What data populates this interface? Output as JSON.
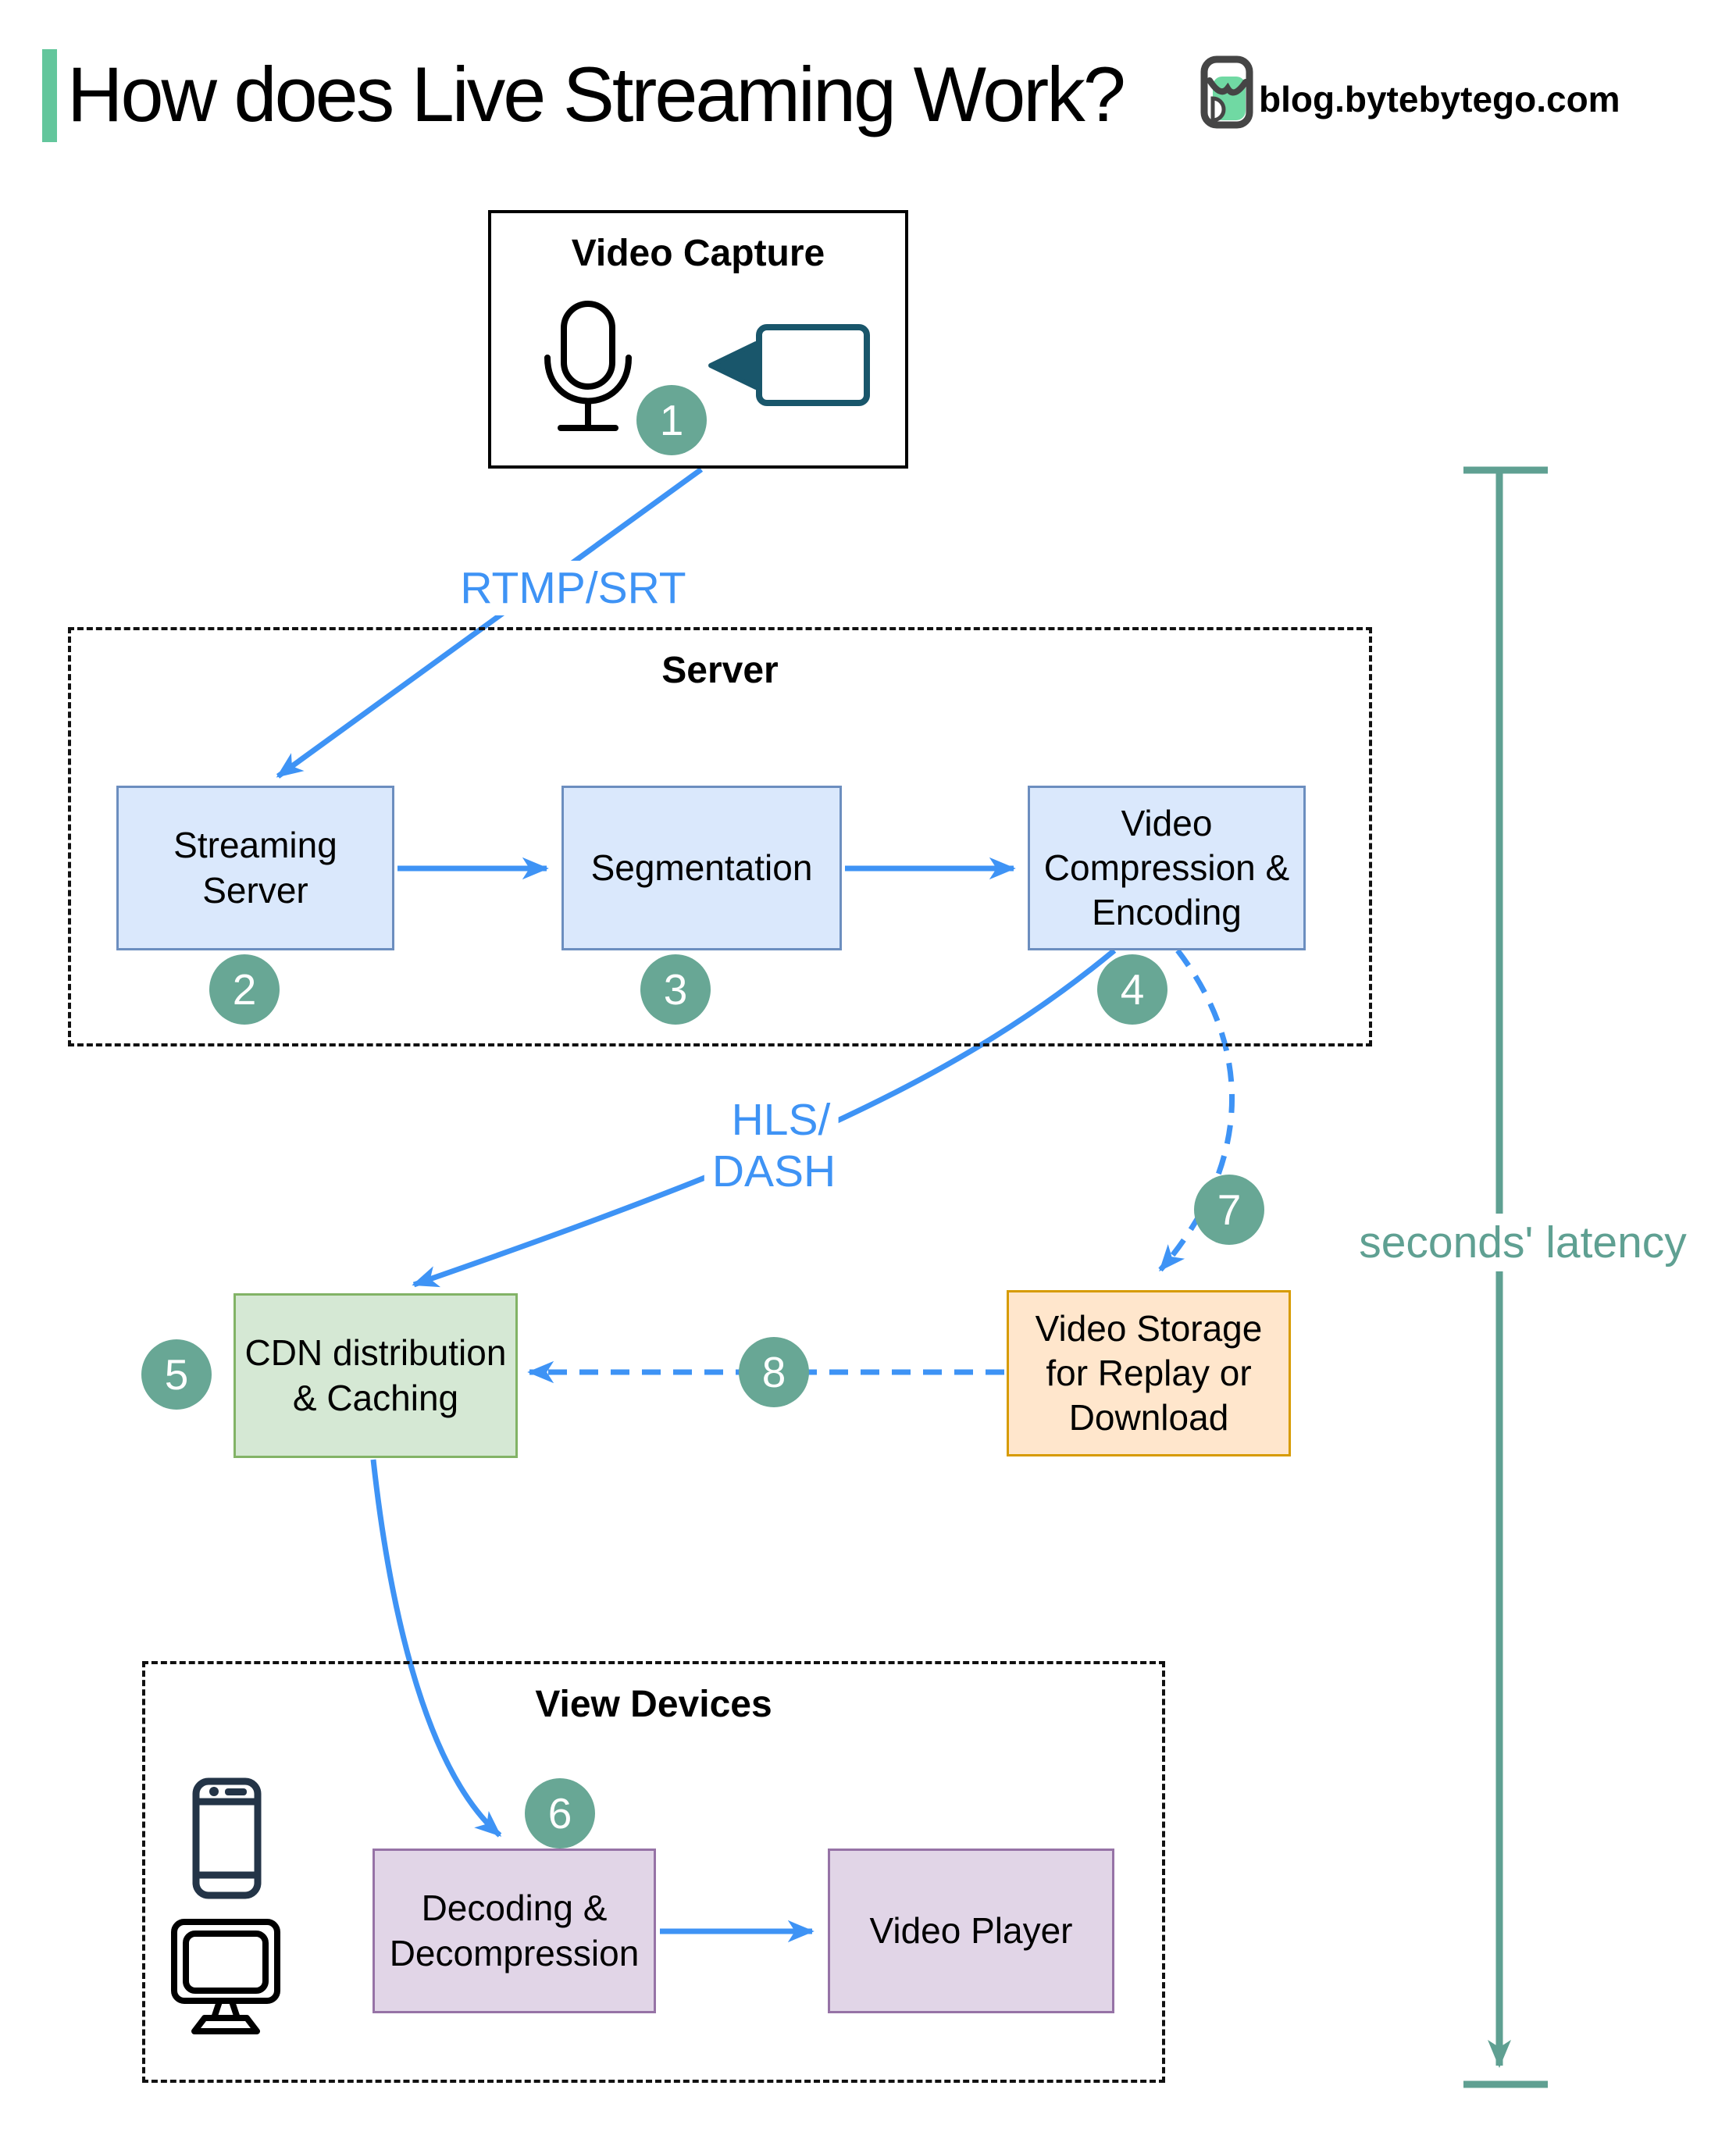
{
  "header": {
    "title": "How does Live Streaming Work?",
    "site": "blog.bytebytego.com"
  },
  "groups": {
    "video_capture": "Video Capture",
    "server": "Server",
    "view_devices": "View Devices"
  },
  "nodes": {
    "streaming_server": "Streaming\nServer",
    "segmentation": "Segmentation",
    "compression": "Video\nCompression &\nEncoding",
    "cdn": "CDN distribution\n& Caching",
    "storage": "Video Storage\nfor Replay or\nDownload",
    "decoding": "Decoding &\nDecompression",
    "player": "Video Player"
  },
  "edge_labels": {
    "rtmp": "RTMP/SRT",
    "hls_1": "HLS/",
    "hls_2": "DASH",
    "latency": "seconds' latency"
  },
  "steps": [
    "1",
    "2",
    "3",
    "4",
    "5",
    "6",
    "7",
    "8"
  ],
  "colors": {
    "arrow_blue": "#3e93f5",
    "step_circle": "#68a795",
    "latency_teal": "#5fa092",
    "accent_green": "#63c69c",
    "box_blue_fill": "#dae8fc",
    "box_blue_border": "#6c8ebf",
    "box_green_fill": "#d5e8d4",
    "box_green_border": "#82b366",
    "box_orange_fill": "#ffe6cc",
    "box_orange_border": "#d79b00",
    "box_purple_fill": "#e1d5e7",
    "box_purple_border": "#9673a6"
  }
}
